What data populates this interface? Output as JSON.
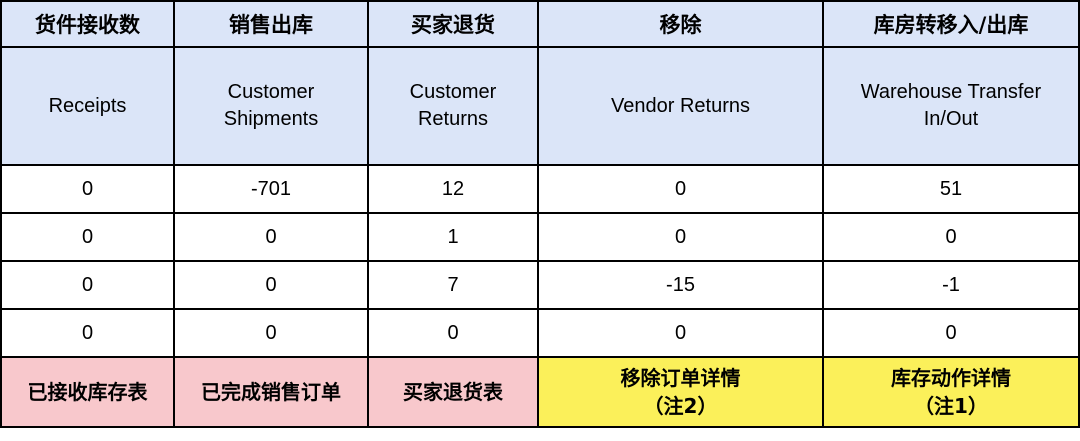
{
  "columns": [
    {
      "cn": "货件接收数",
      "en": [
        "Receipts"
      ],
      "values": [
        "0",
        "0",
        "0",
        "0"
      ],
      "report": [
        "已接收库存表"
      ],
      "report_color": "#f8c8cc"
    },
    {
      "cn": "销售出库",
      "en": [
        "Customer",
        "Shipments"
      ],
      "values": [
        "-701",
        "0",
        "0",
        "0"
      ],
      "report": [
        "已完成销售订单"
      ],
      "report_color": "#f8c8cc"
    },
    {
      "cn": "买家退货",
      "en": [
        "Customer",
        "Returns"
      ],
      "values": [
        "12",
        "1",
        "7",
        "0"
      ],
      "report": [
        "买家退货表"
      ],
      "report_color": "#f8c8cc"
    },
    {
      "cn": "移除",
      "en": [
        "Vendor Returns"
      ],
      "values": [
        "0",
        "0",
        "-15",
        "0"
      ],
      "report": [
        "移除订单详情",
        "（注2）"
      ],
      "report_color": "#fbf05a"
    },
    {
      "cn": "库房转移入/出库",
      "en": [
        "Warehouse Transfer",
        "In/Out"
      ],
      "values": [
        "51",
        "0",
        "-1",
        "0"
      ],
      "report": [
        "库存动作详情",
        "（注1）"
      ],
      "report_color": "#fbf05a"
    }
  ],
  "colors": {
    "header_bg": "#dbe5f8",
    "border": "#000000",
    "pink": "#f8c8cc",
    "yellow": "#fbf05a"
  }
}
